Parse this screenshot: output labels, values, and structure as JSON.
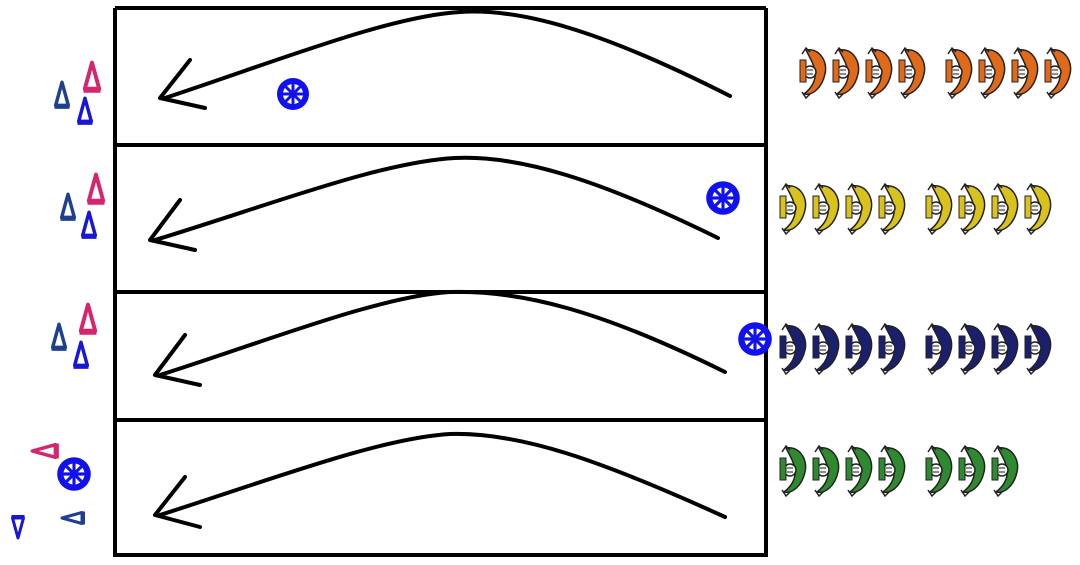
{
  "diagram": {
    "lanes": [
      {
        "id": "lane-1",
        "arrow_direction": "left",
        "ball_position": "inside-left",
        "team_color": "#e06a1a",
        "player_count": 8,
        "cones": [
          "#d6246e",
          "#1f3f8f",
          "#1717d6"
        ]
      },
      {
        "id": "lane-2",
        "arrow_direction": "left",
        "ball_position": "inside-right",
        "team_color": "#d9c21b",
        "player_count": 8,
        "cones": [
          "#d6246e",
          "#1f3f8f",
          "#1717d6"
        ]
      },
      {
        "id": "lane-3",
        "arrow_direction": "left",
        "ball_position": "on-right-edge",
        "team_color": "#1a1f6e",
        "player_count": 8,
        "cones": [
          "#d6246e",
          "#1f3f8f",
          "#1717d6"
        ]
      },
      {
        "id": "lane-4",
        "arrow_direction": "left",
        "ball_position": "outside-left",
        "team_color": "#2f8a2f",
        "player_count": 7,
        "cones": [
          "#d6246e",
          "#1f3f8f",
          "#1717d6"
        ]
      }
    ],
    "colors": {
      "line": "#000000",
      "ball": "#1111ee",
      "cone_pink": "#d6246e",
      "cone_navy": "#1f3f8f",
      "cone_blue": "#1717d6"
    },
    "icons": {
      "ball": "soccer-ball-icon",
      "cone": "cone-icon",
      "player": "player-icon",
      "arrow": "curved-arrow-icon"
    }
  }
}
